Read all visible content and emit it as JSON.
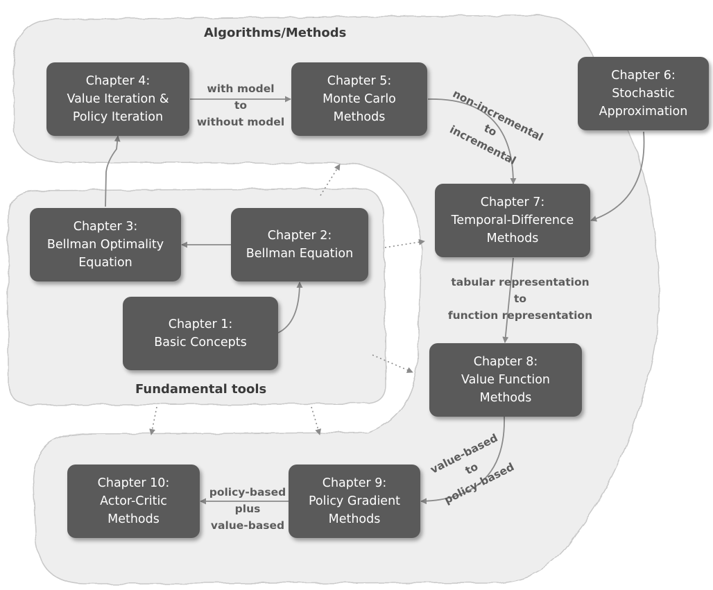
{
  "regions": {
    "algorithms_title": "Algorithms/Methods",
    "fundamental_title": "Fundamental tools"
  },
  "chapters": {
    "ch1": {
      "line1": "Chapter 1:",
      "line2": "Basic Concepts"
    },
    "ch2": {
      "line1": "Chapter 2:",
      "line2": "Bellman Equation"
    },
    "ch3": {
      "line1": "Chapter 3:",
      "line2": "Bellman Optimality",
      "line3": "Equation"
    },
    "ch4": {
      "line1": "Chapter 4:",
      "line2": "Value Iteration &",
      "line3": "Policy Iteration"
    },
    "ch5": {
      "line1": "Chapter 5:",
      "line2": "Monte Carlo",
      "line3": "Methods"
    },
    "ch6": {
      "line1": "Chapter 6:",
      "line2": "Stochastic",
      "line3": "Approximation"
    },
    "ch7": {
      "line1": "Chapter 7:",
      "line2": "Temporal-Difference",
      "line3": "Methods"
    },
    "ch8": {
      "line1": "Chapter 8:",
      "line2": "Value Function",
      "line3": "Methods"
    },
    "ch9": {
      "line1": "Chapter 9:",
      "line2": "Policy Gradient",
      "line3": "Methods"
    },
    "ch10": {
      "line1": "Chapter 10:",
      "line2": "Actor-Critic",
      "line3": "Methods"
    }
  },
  "transitions": {
    "ch4_ch5": {
      "line1": "with model",
      "line2": "to",
      "line3": "without model"
    },
    "ch5_ch7": {
      "line1": "non-incremental",
      "line2": "to",
      "line3": "incremental"
    },
    "ch7_ch8": {
      "line1": "tabular representation",
      "line2": "to",
      "line3": "function representation"
    },
    "ch8_ch9": {
      "line1": "value-based",
      "line2": "to",
      "line3": "policy-based"
    },
    "ch9_ch10": {
      "line1": "policy-based",
      "line2": "plus",
      "line3": "value-based"
    }
  },
  "colors": {
    "box_fill": "#5a5a5a",
    "region_fill": "#eeeeee",
    "arrow": "#8a8a8a",
    "label_text": "#5c5c5c"
  }
}
